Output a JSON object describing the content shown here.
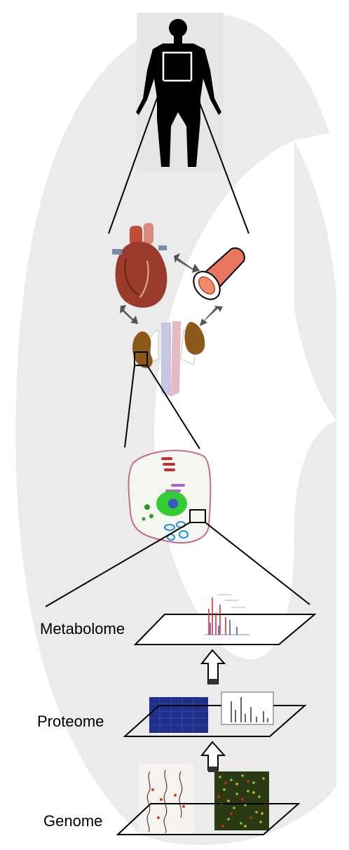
{
  "levels": {
    "metabolome": "Metabolome",
    "proteome": "Proteome",
    "genome": "Genome"
  },
  "colors": {
    "background_shape": "#e8e8e8",
    "silhouette": "#000000",
    "heart": "#9a3b2c",
    "vessel": "#e8765f",
    "kidney": "#8b5a1b",
    "nucleus": "#33cc33",
    "proteome_blot": "#1f2f8a",
    "genome_array": "#2b3a12",
    "spectrum_red": "#e02020",
    "spectrum_blue": "#3050b0"
  },
  "icons": {
    "body": "human-silhouette-icon",
    "heart": "heart-icon",
    "vessel": "blood-vessel-icon",
    "kidneys": "kidneys-icon",
    "cell": "cell-icon",
    "arrow_up": "up-arrow-icon"
  }
}
